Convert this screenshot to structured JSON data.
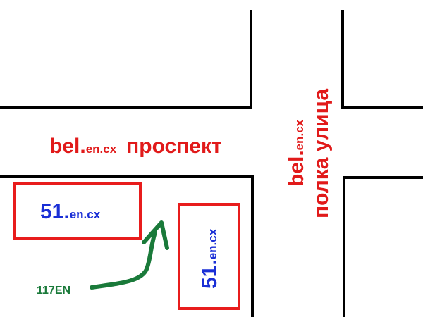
{
  "colors": {
    "road": "#000000",
    "street_label": "#e11a1a",
    "lot_box": "#e81c1c",
    "lot_number": "#1a2fd6",
    "route": "#1a7a3a"
  },
  "streets": {
    "horizontal": {
      "name_prefix": "bel.",
      "name_domain": "en.cx",
      "name": "проспект"
    },
    "vertical": {
      "name_prefix": "bel.",
      "name_domain": "en.cx",
      "name": "полка улица"
    }
  },
  "lots": {
    "left": {
      "number": "51.",
      "domain": "en.cx"
    },
    "right": {
      "number": "51.",
      "domain": "en.cx"
    }
  },
  "route": {
    "label": "117EN",
    "icon": "curved-arrow-icon"
  }
}
